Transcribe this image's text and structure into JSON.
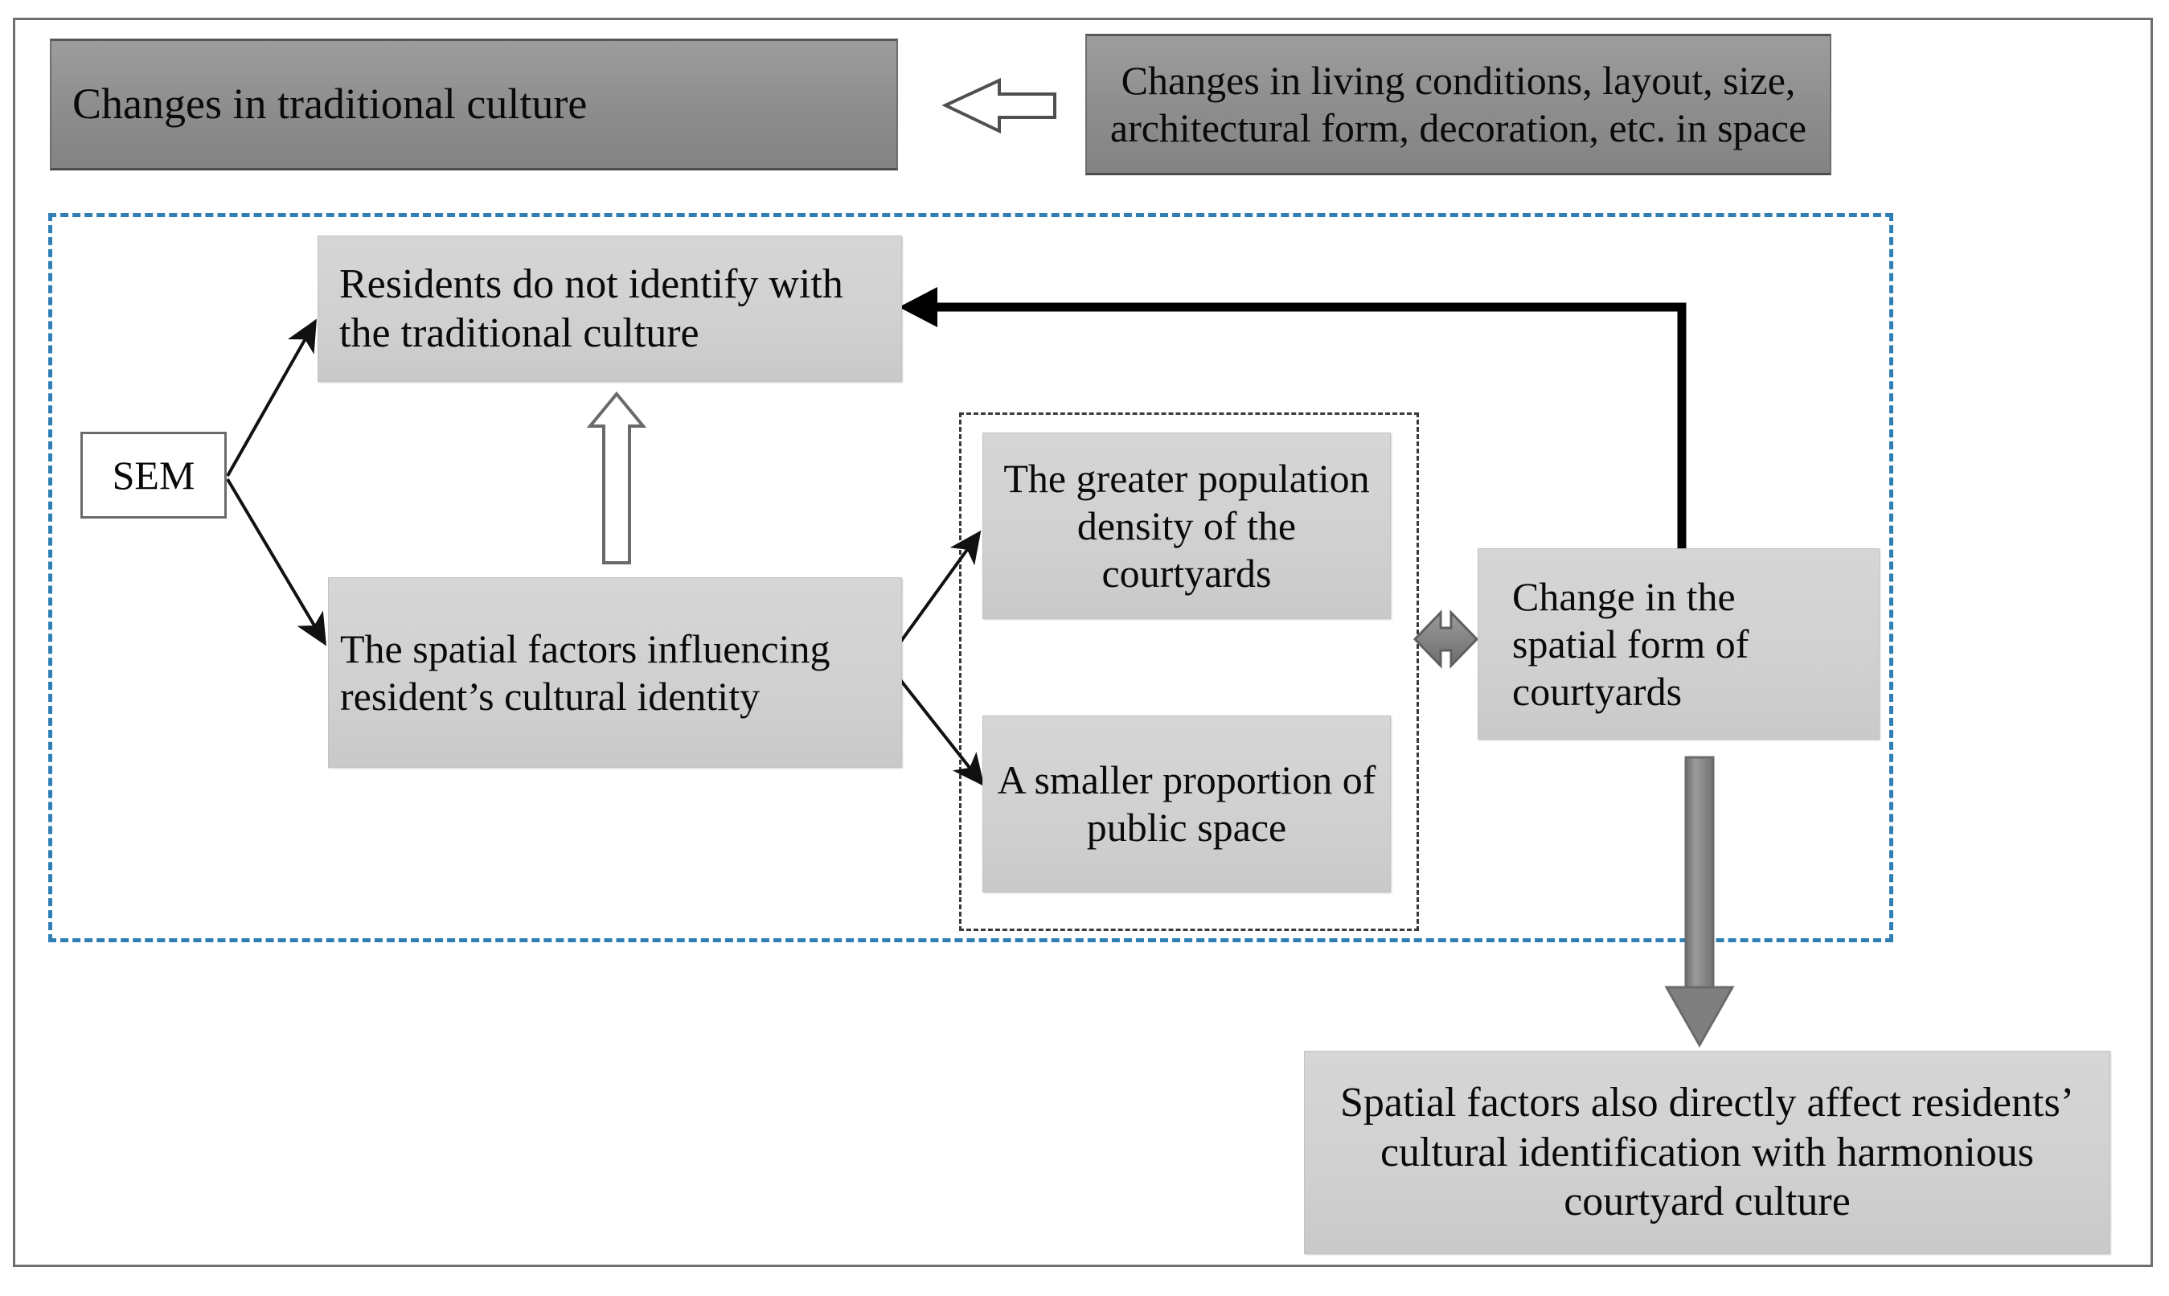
{
  "diagram": {
    "title_absent": true,
    "colors": {
      "frame_border": "#6f6f6f",
      "group_dashed_blue": "#2f7fb5",
      "group_dotted_dark": "#3a3a3a",
      "box_dark_fill": "#8d8d8d",
      "box_light_fill": "#d0d0d0",
      "arrow_black": "#000000",
      "arrow_gray": "#808080",
      "text": "#0a0a0a"
    },
    "headers": {
      "traditional_culture": "Changes in traditional culture",
      "living_conditions": "Changes in living conditions, layout, size, architectural form, decoration, etc. in space"
    },
    "nodes": {
      "sem": "SEM",
      "residents": "Residents do not identify with the traditional culture",
      "spatial_factors": "The spatial factors influencing resident’s cultural identity",
      "population_density": "The greater population density of the courtyards",
      "public_space": "A smaller proportion of public space",
      "spatial_form": "Change in the spatial form of courtyards",
      "bottom_statement": "Spatial factors also directly affect residents’ cultural identification with harmonious courtyard culture"
    },
    "arrows": [
      {
        "name": "living-conditions-to-traditional-culture",
        "style": "hollow-outline",
        "direction": "left"
      },
      {
        "name": "spatial-factors-to-residents",
        "style": "hollow-outline",
        "direction": "up"
      },
      {
        "name": "sem-to-residents",
        "style": "thin-line",
        "direction": "up-right"
      },
      {
        "name": "sem-to-spatial-factors",
        "style": "thin-line",
        "direction": "down-right"
      },
      {
        "name": "spatial-factors-to-population-density",
        "style": "thin-line",
        "direction": "up-right"
      },
      {
        "name": "spatial-factors-to-public-space",
        "style": "thin-line",
        "direction": "down-right"
      },
      {
        "name": "courtyard-factors-to-spatial-form",
        "style": "solid-gray-double",
        "direction": "both"
      },
      {
        "name": "spatial-form-to-residents",
        "style": "thick-black-elbow",
        "direction": "left"
      },
      {
        "name": "spatial-form-to-bottom-statement",
        "style": "thick-gray-block",
        "direction": "down"
      }
    ]
  }
}
